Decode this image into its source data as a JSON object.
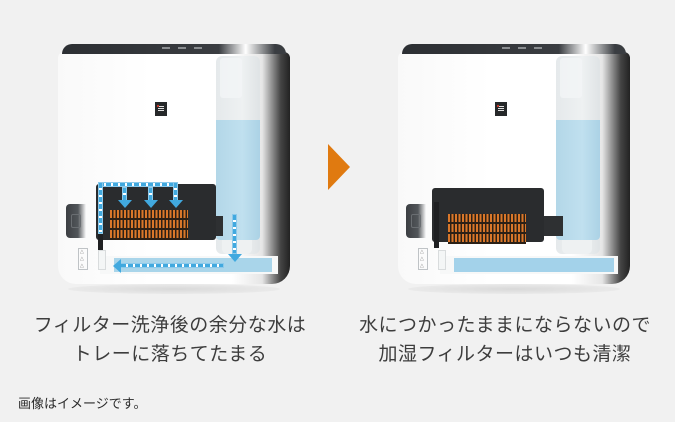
{
  "panels": [
    {
      "id": "before",
      "caption": [
        "フィルター洗浄後の余分な水は",
        "トレーに落ちてたまる"
      ],
      "shows_flow_arrows": true,
      "flow_color": "#41a9df"
    },
    {
      "id": "after",
      "caption": [
        "水につかったままにならないので",
        "加湿フィルターはいつも清潔"
      ],
      "shows_flow_arrows": false
    }
  ],
  "divider_arrow": {
    "icon": "triangle-right",
    "color": "#e07a10"
  },
  "note": "画像はイメージです。",
  "colors": {
    "background": "#f1f1f1",
    "water": "#a9d5ea",
    "filter": "#d9772a",
    "text": "#3d3d3d"
  }
}
